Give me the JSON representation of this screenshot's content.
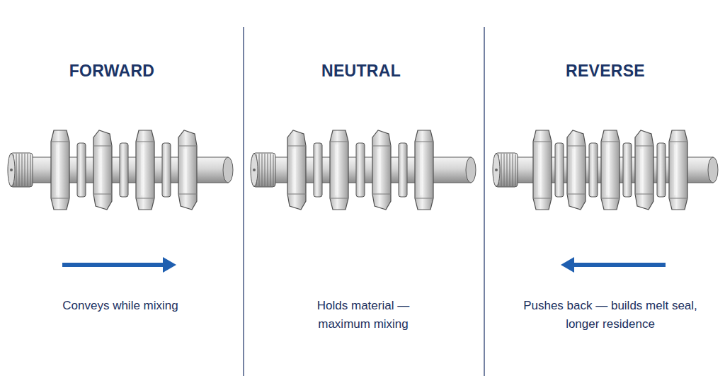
{
  "diagram": {
    "labels": [
      "FORWARD",
      "Conveys while mixing",
      "NEUTRAL",
      "Holds material — maximum mixing",
      "REVERSE",
      "Pushes back — builds melt seal, longer residence"
    ]
  }
}
